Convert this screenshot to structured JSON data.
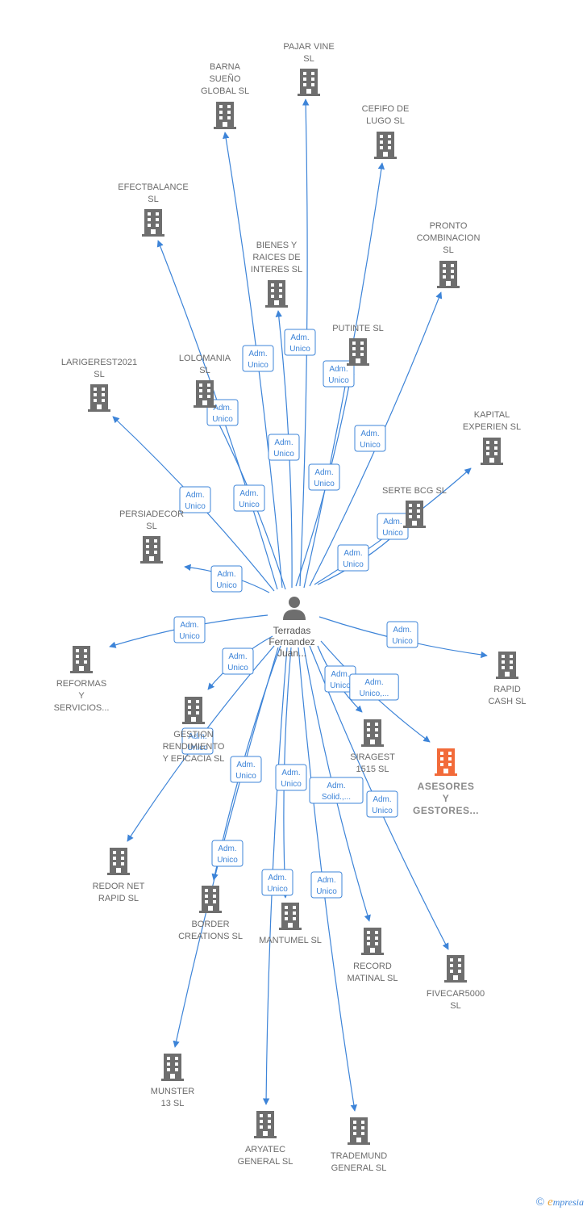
{
  "center": {
    "name_lines": [
      "Terradas",
      "Fernandez",
      "Juan..."
    ],
    "icon": "person-icon"
  },
  "colors": {
    "edge": "#3d84d8",
    "building": "#6e6e6e",
    "highlight": "#f26b3a"
  },
  "nodes": [
    {
      "id": "pajar",
      "lines": [
        "PAJAR VINE",
        "SL"
      ],
      "role": "Adm. Unico"
    },
    {
      "id": "barna",
      "lines": [
        "BARNA",
        "SUEÑO",
        "GLOBAL  SL"
      ],
      "role": "Adm. Unico"
    },
    {
      "id": "cefifo",
      "lines": [
        "CEFIFO DE",
        "LUGO  SL"
      ],
      "role": "Adm. Unico"
    },
    {
      "id": "efect",
      "lines": [
        "EFECTBALANCE",
        "SL"
      ],
      "role": "Adm. Unico"
    },
    {
      "id": "bienes",
      "lines": [
        "BIENES Y",
        "RAICES DE",
        "INTERES  SL"
      ],
      "role": "Adm. Unico"
    },
    {
      "id": "pronto",
      "lines": [
        "PRONTO",
        "COMBINACION",
        "SL"
      ],
      "role": "Adm. Unico"
    },
    {
      "id": "putinte",
      "lines": [
        "PUTINTE  SL"
      ],
      "role": "Adm. Unico"
    },
    {
      "id": "lolomania",
      "lines": [
        "LOLOMANIA",
        "SL"
      ],
      "role": "Adm. Unico"
    },
    {
      "id": "larige",
      "lines": [
        "LARIGEREST2021",
        "SL"
      ],
      "role": "Adm. Unico"
    },
    {
      "id": "kapital",
      "lines": [
        "KAPITAL",
        "EXPERIEN  SL"
      ],
      "role": "Adm. Unico"
    },
    {
      "id": "serte",
      "lines": [
        "SERTE BCG  SL"
      ],
      "role": "Adm. Unico"
    },
    {
      "id": "persia",
      "lines": [
        "PERSIADECOR",
        "SL"
      ],
      "role": "Adm. Unico"
    },
    {
      "id": "reformas",
      "lines": [
        "REFORMAS",
        "Y",
        "SERVICIOS..."
      ],
      "role": "Adm. Unico"
    },
    {
      "id": "rapidcash",
      "lines": [
        "RAPID",
        "CASH SL"
      ],
      "role": "Adm. Unico"
    },
    {
      "id": "gestion",
      "lines": [
        "GESTION",
        "RENDIMIENTO",
        "Y EFICACIA  SL"
      ],
      "role": "Adm. Unico"
    },
    {
      "id": "sirag",
      "lines": [
        "SIRAGEST",
        "1515  SL"
      ],
      "role": "Adm. Unico"
    },
    {
      "id": "asesores",
      "lines": [
        "ASESORES",
        "Y",
        "GESTORES..."
      ],
      "role": "Adm. Unico,..."
    },
    {
      "id": "redor",
      "lines": [
        "REDOR NET",
        "RAPID  SL"
      ],
      "role": "Adm. Unico"
    },
    {
      "id": "border",
      "lines": [
        "BORDER",
        "CREATIONS  SL"
      ],
      "role": "Adm. Unico"
    },
    {
      "id": "mantumel",
      "lines": [
        "MANTUMEL  SL"
      ],
      "role": "Adm. Unico"
    },
    {
      "id": "record",
      "lines": [
        "RECORD",
        "MATINAL  SL"
      ],
      "role": "Adm. Solid.,..."
    },
    {
      "id": "fivecar",
      "lines": [
        "FIVECAR5000",
        "SL"
      ],
      "role": "Adm. Unico"
    },
    {
      "id": "munster",
      "lines": [
        "MUNSTER",
        "13  SL"
      ],
      "role": "Adm. Unico"
    },
    {
      "id": "aryatec",
      "lines": [
        "ARYATEC",
        "GENERAL  SL"
      ],
      "role": "Adm. Unico"
    },
    {
      "id": "trademund",
      "lines": [
        "TRADEMUND",
        "GENERAL  SL"
      ],
      "role": "Adm. Unico"
    }
  ],
  "footer": {
    "copyright": "©",
    "brand_first": "e",
    "brand_rest": "mpresia"
  }
}
